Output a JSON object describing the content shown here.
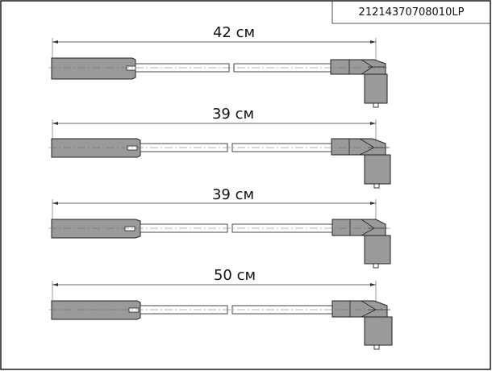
{
  "drawing": {
    "part_number": "21214370708010LP"
  },
  "wires": [
    {
      "length_label": "42 см"
    },
    {
      "length_label": "39 см"
    },
    {
      "length_label": "39 см"
    },
    {
      "length_label": "50 см"
    }
  ]
}
